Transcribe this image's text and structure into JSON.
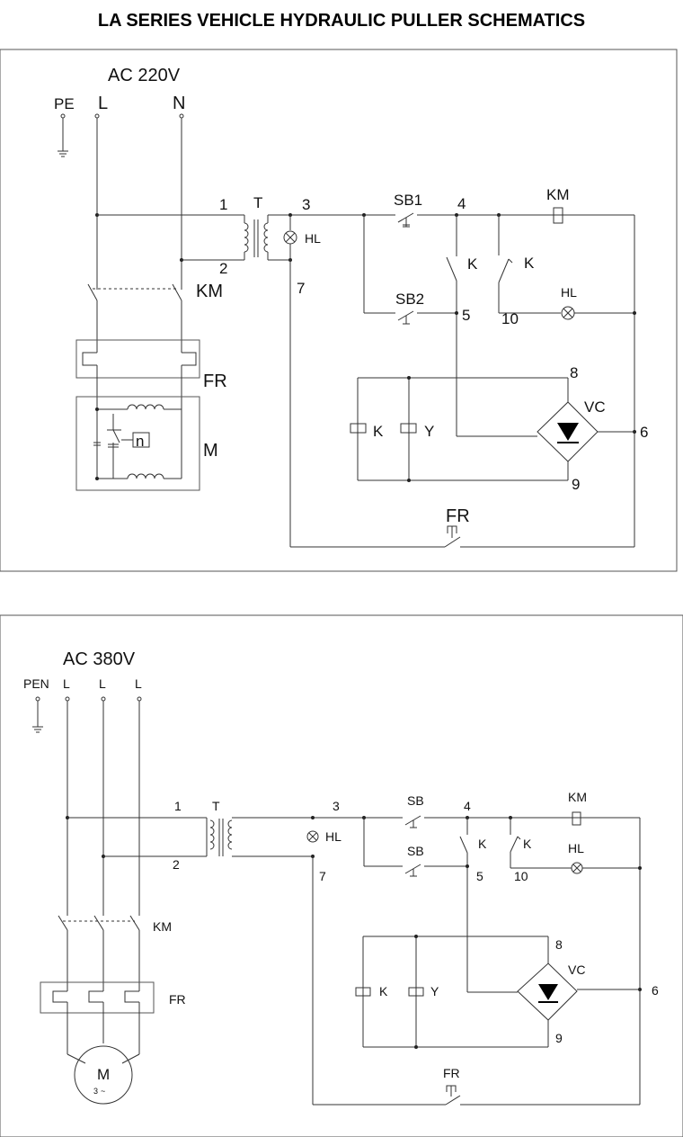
{
  "title": "LA SERIES VEHICLE HYDRAULIC PULLER SCHEMATICS",
  "diagram1": {
    "supply": "AC 220V",
    "terminals": [
      "PE",
      "L",
      "N"
    ],
    "labels": {
      "n1": "1",
      "n2": "2",
      "n3": "3",
      "n4": "4",
      "n5": "5",
      "n6": "6",
      "n7": "7",
      "n8": "8",
      "n9": "9",
      "n10": "10",
      "T": "T",
      "HL": "HL",
      "HL2": "HL",
      "SB1": "SB1",
      "SB2": "SB2",
      "KM": "KM",
      "KM_coil": "KM",
      "K1": "K",
      "K2": "K",
      "FR": "FR",
      "FR2": "FR",
      "M": "M",
      "n": "n",
      "VC": "VC",
      "Kcoil": "K",
      "Y": "Y"
    }
  },
  "diagram2": {
    "supply": "AC 380V",
    "terminals": [
      "PEN",
      "L",
      "L",
      "L"
    ],
    "labels": {
      "n1": "1",
      "n2": "2",
      "n3": "3",
      "n4": "4",
      "n5": "5",
      "n6": "6",
      "n7": "7",
      "n8": "8",
      "n9": "9",
      "n10": "10",
      "T": "T",
      "HL": "HL",
      "HL2": "HL",
      "SB1": "SB",
      "SB2": "SB",
      "KM": "KM",
      "KM_coil": "KM",
      "K1": "K",
      "K2": "K",
      "FR": "FR",
      "FR2": "FR",
      "M": "M",
      "M3": "3",
      "VC": "VC",
      "Kcoil": "K",
      "Y": "Y"
    }
  }
}
